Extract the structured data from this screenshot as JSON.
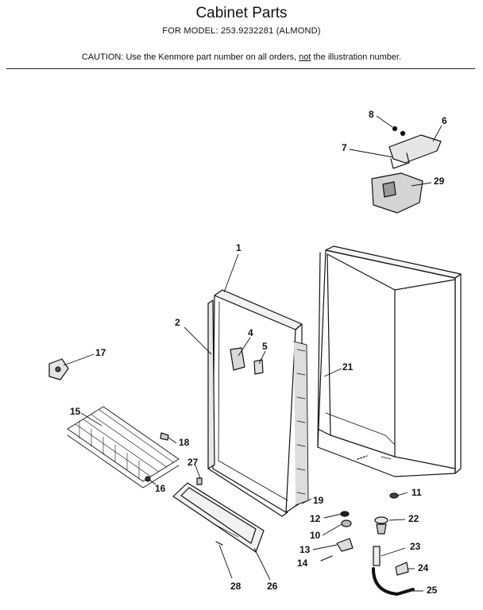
{
  "header": {
    "title": "Cabinet Parts",
    "model_line": "FOR MODEL: 253.9232281  (ALMOND)",
    "caution_prefix": "CAUTION:  Use the Kenmore part number on all orders, ",
    "caution_emphasis": "not",
    "caution_suffix": " the illustration number."
  },
  "callouts": [
    "1",
    "2",
    "4",
    "5",
    "6",
    "7",
    "8",
    "29",
    "17",
    "21",
    "15",
    "18",
    "27",
    "16",
    "19",
    "11",
    "12",
    "10",
    "22",
    "13",
    "23",
    "14",
    "24",
    "28",
    "26",
    "25"
  ]
}
